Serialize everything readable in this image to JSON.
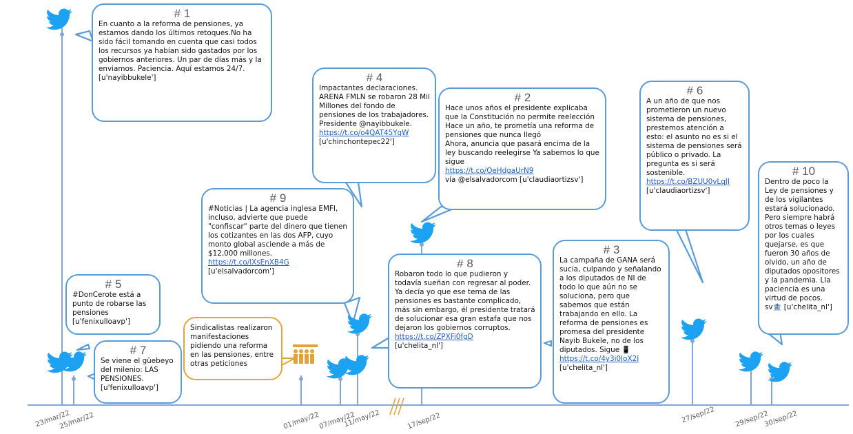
{
  "colors": {
    "bird": "#1da1f2",
    "axis": "#7fa7d9",
    "bubble_border": "#5b9bd5",
    "orange": "#e0a43b",
    "link": "#1f5ec9"
  },
  "dates": [
    "23/mar/22",
    "25/mar/22",
    "01/may/22",
    "07/may/22",
    "11/may/22",
    "17/sep/22",
    "27/sep/22",
    "29/sep/22",
    "30/sep/22"
  ],
  "tweets": [
    {
      "id": "1",
      "number": "# 1",
      "text": "En cuanto a la reforma de pensiones, ya estamos dando los últimos retoques.No ha sido fácil tomando en cuenta que casi todos los recursos ya habían sido gastados por los gobiernos anteriores. Un par de días más y la enviamos. Paciencia. Aquí estamos 24/7.",
      "link": "",
      "user": "[u'nayibbukele']"
    },
    {
      "id": "4",
      "number": "# 4",
      "text": "Impactantes declaraciones. ARENA FMLN se robaron 28 Mil Millones del fondo de pensiones de los trabajadores.\nPresidente @nayibbukele.",
      "link": "https://t.co/o4QAT45YqW",
      "user": "[u'chinchontepec22']"
    },
    {
      "id": "2",
      "number": "# 2",
      "text": "Hace unos años el presidente explicaba que la Constitución no permite reelección Hace un año, te prometía una reforma de pensiones que nunca llegó\nAhora, anuncia que pasará encima de la ley buscando reelegirse Ya sabemos lo que sigue",
      "link": "https://t.co/OeHdgaUrN9",
      "user": "vía @elsalvadorcom [u'claudiaortizsv']"
    },
    {
      "id": "6",
      "number": "# 6",
      "text": "A un año de que nos prometieron un nuevo sistema de pensiones, prestemos atención a esto: el asunto no es si el sistema de pensiones será público o privado. La pregunta es si será sostenible.",
      "link": "https://t.co/BZUU0vLqJI",
      "user": "[u'claudiaortizsv']"
    },
    {
      "id": "10",
      "number": "# 10",
      "text": "Dentro de poco la Ley de pensiones y de los vigilantes estará solucionado. Pero siempre habrá otros temas o leyes por los cuales quejarse, es que fueron 30 años de olvido, un año de diputados opositores y la pandemia. Lla paciencia es una virtud de pocos.",
      "link": "",
      "user": "sv🏦 [u'chelita_nl']"
    },
    {
      "id": "9",
      "number": "# 9",
      "text": "#Noticias | La agencia inglesa EMFI, incluso, advierte que puede \"confiscar\" parte del dinero que tienen los cotizantes en las dos AFP, cuyo monto global asciende a más de $12,000 millones.",
      "link": "https://t.co/lXsEnXB4G",
      "user": "[u'elsalvadorcom']"
    },
    {
      "id": "5",
      "number": "# 5",
      "text": "#DonCerote está a punto de robarse las pensiones",
      "link": "",
      "user": "[u'fenixulloavp']"
    },
    {
      "id": "7",
      "number": "# 7",
      "text": "Se viene el güebeyo del milenio: LAS PENSIONES.",
      "link": "",
      "user": "[u'fenixulloavp']"
    },
    {
      "id": "8",
      "number": "# 8",
      "text": "Robaron todo lo que pudieron y todavía sueñan con regresar al poder. Ya decía yo que ese tema de las pensiones es bastante complicado, más sin embargo, él presidente tratará de solucionar esa gran estafa que nos dejaron los gobiernos corruptos.",
      "link": "https://t.co/ZPXFi0fgD",
      "user": "[u'chelita_nl']"
    },
    {
      "id": "3",
      "number": "# 3",
      "text": "La campaña de GANA será sucia, culpando y señalando a los diputados de NI de todo lo que aún no se soluciona, pero que sabemos que están trabajando en ello. La reforma de pensiones es promesa del presidente Nayib Bukele, no de los diputados. Sigue 📱",
      "link": "https://t.co/4y3i0IoX2I",
      "user": "[u'chelita_nl']"
    }
  ],
  "event": {
    "text": "Sindicalistas realizaron manifestaciones pidiendo una reforma en las pensiones, entre otras peticiones"
  }
}
